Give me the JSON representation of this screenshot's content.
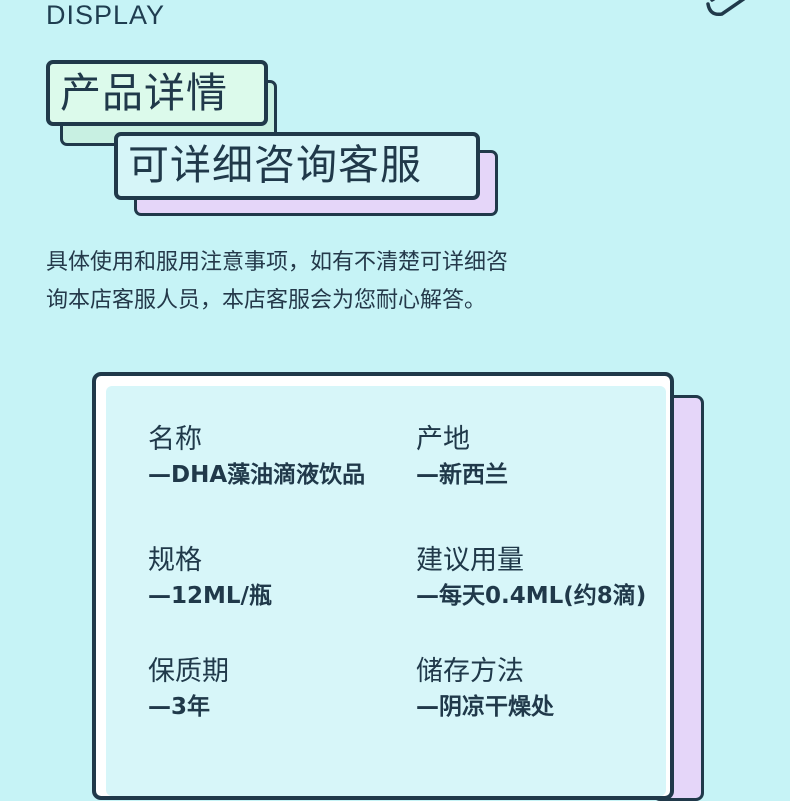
{
  "header": {
    "display_label": "DISPLAY"
  },
  "title_tags": {
    "primary": "产品详情",
    "secondary": "可详细咨询客服"
  },
  "intro": {
    "line1": "具体使用和服用注意事项，如有不清楚可详细咨",
    "line2": "询本店客服人员，本店客服会为您耐心解答。"
  },
  "info": [
    {
      "label": "名称",
      "value": "—DHA藻油滴液饮品"
    },
    {
      "label": "产地",
      "value": "—新西兰"
    },
    {
      "label": "规格",
      "value": "—12ML/瓶"
    },
    {
      "label": "建议用量",
      "value": "—每天0.4ML(约8滴)"
    },
    {
      "label": "保质期",
      "value": "—3年"
    },
    {
      "label": "储存方法",
      "value": "—阴凉干燥处"
    }
  ],
  "colors": {
    "background": "#c6f3f6",
    "ink": "#20394a",
    "mint": "#dcfaeb",
    "lavender": "#e5d6f9"
  },
  "icons": {
    "corner": "pencil-icon"
  }
}
